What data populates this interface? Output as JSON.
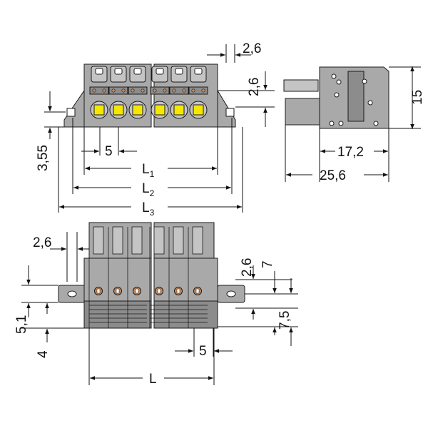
{
  "title": "Connector dimensional drawing",
  "colors": {
    "housing": "#a9a9a9",
    "housing_dark": "#8c8c8c",
    "housing_light": "#c4c4c4",
    "outline": "#1a1a1a",
    "release_pusher": "#f5e800",
    "contact_dot": "#c98a5a",
    "background": "#ffffff"
  },
  "pole_count_shown": 6,
  "top_view": {
    "dims": {
      "pitch": "5",
      "height_offset": "3,55",
      "flange_top": "2,6",
      "flange_side": "2,6",
      "L1": "L",
      "L1_sub": "1",
      "L2": "L",
      "L2_sub": "2",
      "L3": "L",
      "L3_sub": "3"
    }
  },
  "side_view": {
    "dims": {
      "height": "15",
      "depth_inner": "17,2",
      "depth_total": "25,6"
    }
  },
  "front_view": {
    "dims": {
      "flange_offset": "2,6",
      "hole_height": "5,1",
      "bottom_offset": "4",
      "pitch": "5",
      "length": "L",
      "right_top": "2,6",
      "right_mid": "7",
      "right_low": "7,5"
    }
  }
}
